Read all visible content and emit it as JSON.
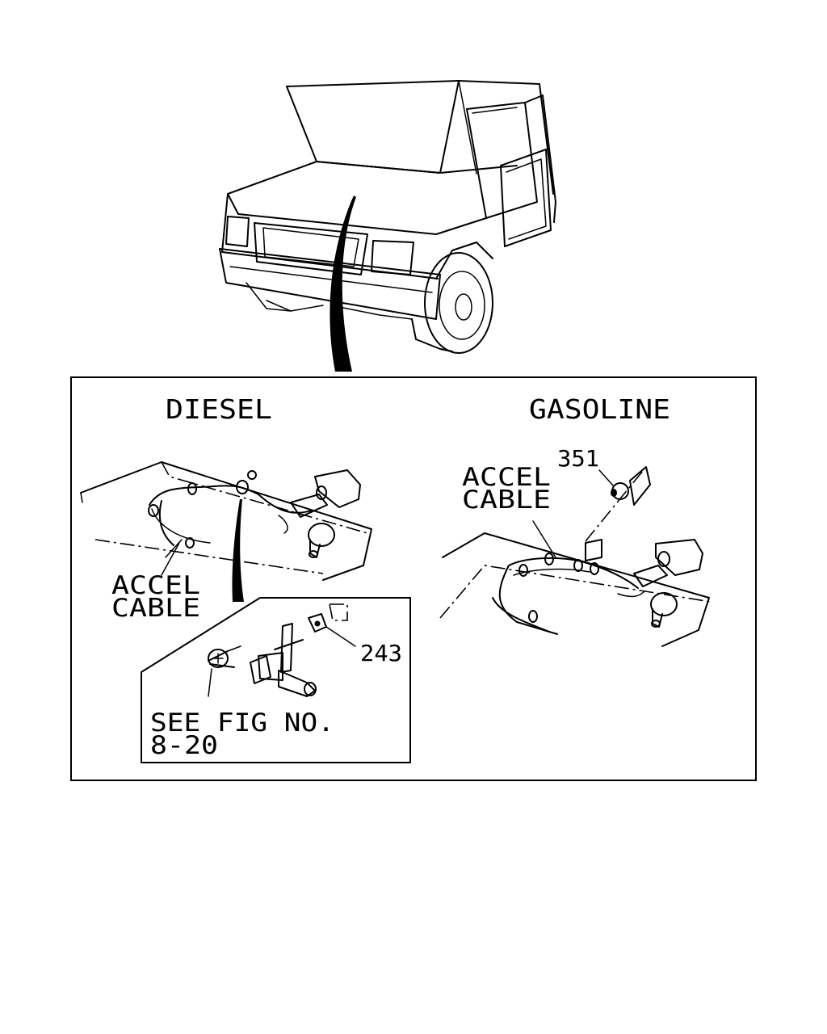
{
  "labels": {
    "diesel": "DIESEL",
    "gasoline": "GASOLINE",
    "diesel_cable_line1": "ACCEL",
    "diesel_cable_line2": "CABLE",
    "gasoline_cable_line1": "ACCEL",
    "gasoline_cable_line2": "CABLE",
    "part_351": "351",
    "part_243": "243",
    "see_fig_line1": "SEE FIG NO.",
    "see_fig_line2": "8-20"
  }
}
